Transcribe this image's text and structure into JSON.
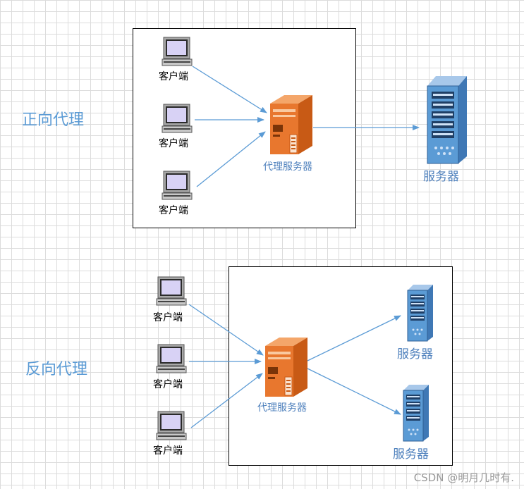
{
  "forward": {
    "title": "正向代理",
    "clients": [
      "客户端",
      "客户端",
      "客户端"
    ],
    "proxy": "代理服务器",
    "server": "服务器"
  },
  "reverse": {
    "title": "反向代理",
    "clients": [
      "客户端",
      "客户端",
      "客户端"
    ],
    "proxy": "代理服务器",
    "servers": [
      "服务器",
      "服务器"
    ]
  },
  "watermark": "CSDN @明月几时有.",
  "colors": {
    "arrow": "#5b9bd5",
    "title": "#5b9bd5",
    "label": "#4f81bd",
    "proxy_icon": "#e8772e",
    "server_icon": "#5b9bd5",
    "grid": "#dcdcdc"
  },
  "icons": {
    "client": "computer-icon",
    "proxy": "proxy-server-icon",
    "server": "server-rack-icon"
  }
}
